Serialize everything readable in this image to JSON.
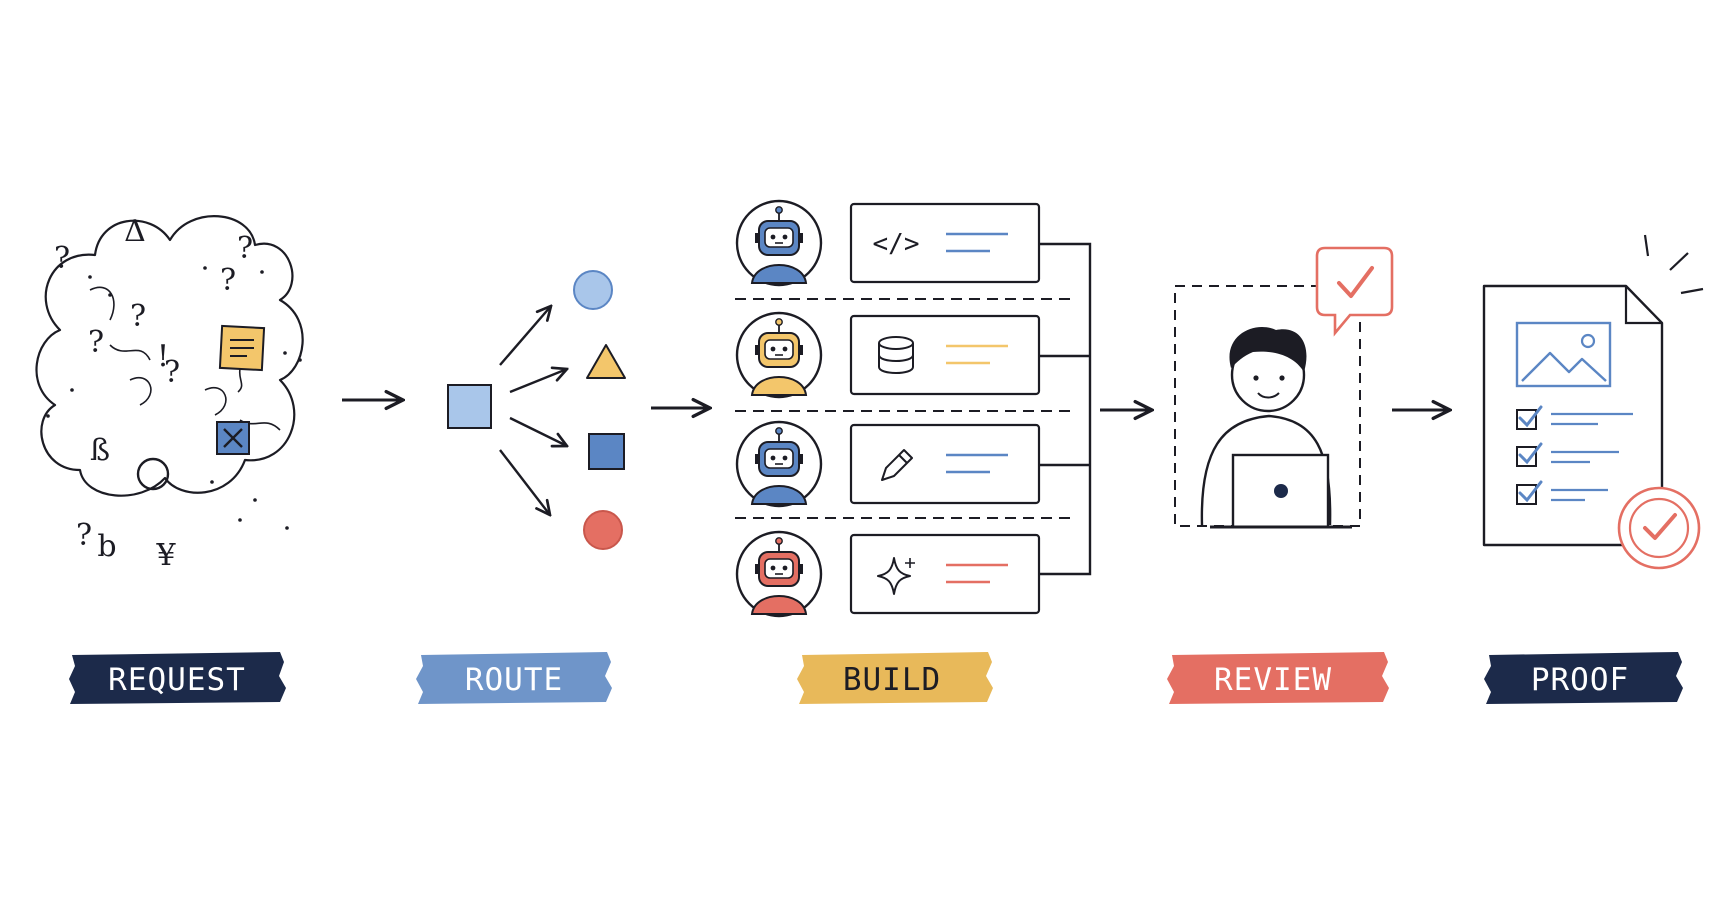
{
  "stages": [
    {
      "id": "request",
      "label": "REQUEST",
      "label_color": "#1c2a4a",
      "text_color": "#ffffff"
    },
    {
      "id": "route",
      "label": "ROUTE",
      "label_color": "#6f95c9",
      "text_color": "#ffffff"
    },
    {
      "id": "build",
      "label": "BUILD",
      "label_color": "#e8b95a",
      "text_color": "#1c1c24"
    },
    {
      "id": "review",
      "label": "REVIEW",
      "label_color": "#e46f63",
      "text_color": "#ffffff"
    },
    {
      "id": "proof",
      "label": "PROOF",
      "label_color": "#1c2a4a",
      "text_color": "#ffffff"
    }
  ],
  "colors": {
    "ink": "#1c1c24",
    "blue_light": "#a9c6ea",
    "blue": "#5b86c4",
    "yellow": "#f3c66b",
    "red": "#e46f63"
  },
  "request_marks": [
    "?",
    "?",
    "?",
    "?",
    "?",
    "?",
    "!",
    "?",
    "Δ",
    "ß",
    "b",
    "¥"
  ],
  "build_rows": [
    {
      "agent_color": "#5b86c4",
      "tool_icon": "code-icon",
      "tool_glyph": "</>",
      "line_color": "#5b86c4"
    },
    {
      "agent_color": "#f3c66b",
      "tool_icon": "database-icon",
      "tool_glyph": "",
      "line_color": "#f3c66b"
    },
    {
      "agent_color": "#5b86c4",
      "tool_icon": "pencil-icon",
      "tool_glyph": "",
      "line_color": "#5b86c4"
    },
    {
      "agent_color": "#e46f63",
      "tool_icon": "sparkle-icon",
      "tool_glyph": "",
      "line_color": "#e46f63"
    }
  ]
}
